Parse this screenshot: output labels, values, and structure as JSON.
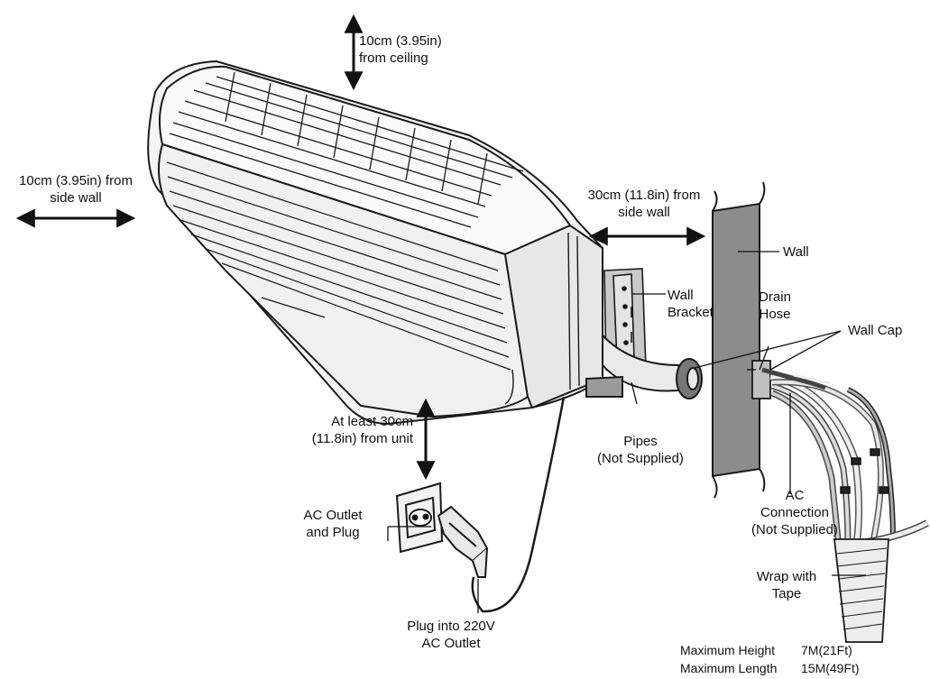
{
  "labels": {
    "ceiling_line1": "10cm (3.95in)",
    "ceiling_line2": "from ceiling",
    "sidewall_left_line1": "10cm (3.95in) from",
    "sidewall_left_line2": "side wall",
    "sidewall_right_line1": "30cm (11.8in) from",
    "sidewall_right_line2": "side wall",
    "wall": "Wall",
    "wall_bracket_line1": "Wall",
    "wall_bracket_line2": "Bracket",
    "drain_hose_line1": "Drain",
    "drain_hose_line2": "Hose",
    "wall_cap": "Wall Cap",
    "unit_clearance_line1": "At least 30cm",
    "unit_clearance_line2": "(11.8in) from unit",
    "pipes_line1": "Pipes",
    "pipes_line2": "(Not Supplied)",
    "ac_outlet_line1": "AC Outlet",
    "ac_outlet_line2": "and Plug",
    "ac_connection_line1": "AC",
    "ac_connection_line2": "Connection",
    "ac_connection_line3": "(Not Supplied)",
    "wrap_line1": "Wrap with",
    "wrap_line2": "Tape",
    "plug_line1": "Plug into 220V",
    "plug_line2": "AC Outlet"
  },
  "specs": {
    "max_height_label": "Maximum Height",
    "max_height_value": "7M(21Ft)",
    "max_length_label": "Maximum Length",
    "max_length_value": "15M(49Ft)"
  },
  "colors": {
    "line": "#1a1a1a",
    "wall_fill": "#8c8c8c",
    "unit_fill": "#f4f4f4"
  }
}
